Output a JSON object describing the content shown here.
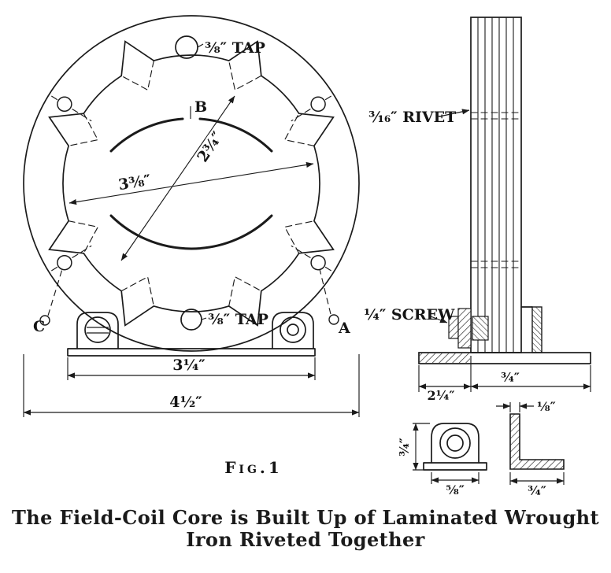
{
  "colors": {
    "ink": "#1b1b1b",
    "paper": "#ffffff"
  },
  "front_view": {
    "tap_top_label": "⅜″ TAP",
    "tap_bottom_label": "⅜″ TAP",
    "point_a": "A",
    "point_b": "B",
    "point_c": "C",
    "dim_inner_diagonal": "2¾″",
    "dim_outer_diagonal": "3⅜″",
    "dim_base_width": "3¼″",
    "dim_overall_width": "4½″"
  },
  "side_view": {
    "rivet_label": "³⁄₁₆″ RIVET",
    "screw_label": "¼″ SCREW",
    "dim_base_left": "2¼″",
    "dim_base_right": "¾″"
  },
  "detail_foot": {
    "dim_height": "¾″",
    "dim_width": "⅝″"
  },
  "detail_angle": {
    "dim_thickness": "⅛″",
    "dim_width": "¾″"
  },
  "figure": {
    "fig_label": "Fig.1",
    "caption_line1": "The Field-Coil Core is Built Up of Laminated Wrought",
    "caption_line2": "Iron Riveted Together"
  }
}
